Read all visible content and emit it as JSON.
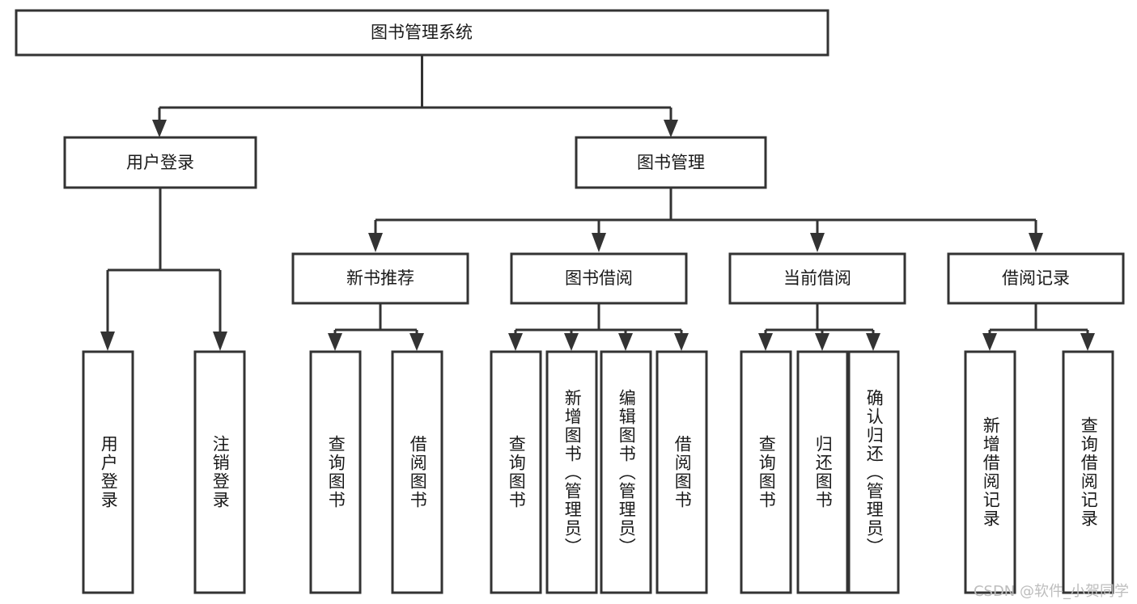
{
  "diagram": {
    "title": "图书管理系统",
    "type": "tree-hierarchy",
    "watermark": "CSDN @软件_小贺同学",
    "colors": {
      "stroke": "#333333",
      "fill": "#ffffff",
      "text": "#1a1a1a",
      "watermark": "#bdbdbd"
    },
    "root": {
      "label": "图书管理系统"
    },
    "level2": [
      {
        "label": "用户登录"
      },
      {
        "label": "图书管理"
      }
    ],
    "level3": [
      {
        "label": "新书推荐"
      },
      {
        "label": "图书借阅"
      },
      {
        "label": "当前借阅"
      },
      {
        "label": "借阅记录"
      }
    ],
    "leaves": {
      "user_login": [
        {
          "label": "用户登录"
        },
        {
          "label": "注销登录"
        }
      ],
      "new_book": [
        {
          "label": "查询图书"
        },
        {
          "label": "借阅图书"
        }
      ],
      "book_borrow": [
        {
          "label": "查询图书"
        },
        {
          "label": "新增图书（管理员）"
        },
        {
          "label": "编辑图书（管理员）"
        },
        {
          "label": "借阅图书"
        }
      ],
      "current_borrow": [
        {
          "label": "查询图书"
        },
        {
          "label": "归还图书"
        },
        {
          "label": "确认归还（管理员）"
        }
      ],
      "borrow_record": [
        {
          "label": "新增借阅记录"
        },
        {
          "label": "查询借阅记录"
        }
      ]
    }
  }
}
